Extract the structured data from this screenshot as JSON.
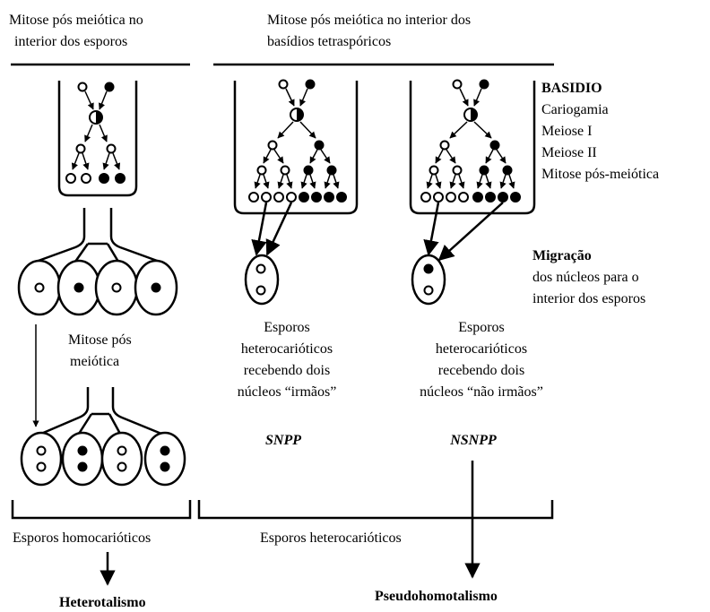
{
  "headers": {
    "left": [
      "Mitose pós meiótica no",
      "interior dos esporos"
    ],
    "right": [
      "Mitose pós meiótica no interior dos",
      "basídios tetraspóricos"
    ]
  },
  "legend": {
    "title": "BASIDIO",
    "items": [
      "Cariogamia",
      "Meiose I",
      "Meiose II",
      "Mitose pós-meiótica"
    ]
  },
  "migration": {
    "title": "Migração",
    "lines": [
      "dos núcleos para o",
      "interior dos esporos"
    ]
  },
  "left_column": {
    "mitosis_label": [
      "Mitose pós",
      "meiótica"
    ]
  },
  "middle_column": {
    "caption": [
      "Esporos",
      "heterocarióticos",
      "recebendo dois",
      "núcleos “irmãos”"
    ],
    "code": "SNPP"
  },
  "right_column": {
    "caption": [
      "Esporos",
      "heterocarióticos",
      "recebendo dois",
      "núcleos “não irmãos”"
    ],
    "code": "NSNPP"
  },
  "bottom": {
    "homo_label": "Esporos homocarióticos",
    "hetero_label": "Esporos heterocarióticos",
    "result_left": "Heterotalismo",
    "result_right": "Pseudohomotalismo"
  },
  "colors": {
    "ink": "#000000",
    "background": "#ffffff"
  }
}
